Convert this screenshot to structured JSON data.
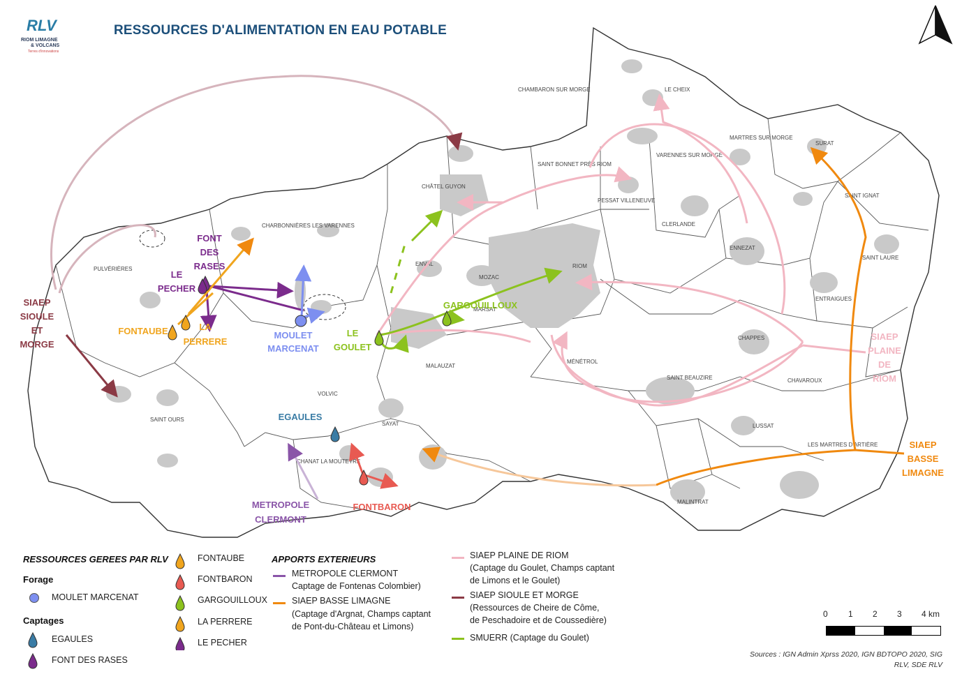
{
  "title": "RESSOURCES D'ALIMENTATION EN EAU POTABLE",
  "logo": {
    "mark": "RLV",
    "line1": "RIOM LIMAGNE",
    "line2": "& VOLCANS",
    "tagline": "Terres d'innovations"
  },
  "compass_icon": "north-arrow-icon",
  "communes": [
    "CHAMBARON SUR MORGE",
    "LE CHEIX",
    "MARTRES SUR MORGE",
    "SURAT",
    "SAINT BONNET PRÈS RIOM",
    "VARENNES SUR MORGE",
    "CHÂTEL GUYON",
    "PESSAT VILLENEUVE",
    "CLERLANDE",
    "SAINT IGNAT",
    "CHARBONNIÈRES LES VARENNES",
    "ENVAL",
    "MOZAC",
    "RIOM",
    "ENNEZAT",
    "SAINT LAURE",
    "PULVÉRIÈRES",
    "ENTRAIGUES",
    "MARSAT",
    "CHAPPES",
    "MÉNÉTROL",
    "MALAUZAT",
    "VOLVIC",
    "SAINT BEAUZIRE",
    "CHAVAROUX",
    "SAINT OURS",
    "SAYAT",
    "LUSSAT",
    "CHANAT LA MOUTEYRE",
    "LES MARTRES D'ARTIÈRE",
    "MALINTRAT"
  ],
  "resource_labels": {
    "font_des_rases": "FONT DES RASES",
    "le_pecher": "LE PECHER",
    "fontaube": "FONTAUBE",
    "la_perrere": "LA PERRERE",
    "moulet_marcenat": "MOULET MARCENAT",
    "le_goulet": "LE GOULET",
    "gargouilloux": "GARGOUILLOUX",
    "egaules": "EGAULES",
    "fontbaron": "FONTBARON",
    "metropole_clermont": "METROPOLE CLERMONT",
    "siaep_sioule": "SIAEP SIOULE ET MORGE",
    "siaep_plaine": "SIAEP PLAINE DE RIOM",
    "siaep_basse": "SIAEP BASSE LIMAGNE"
  },
  "legend": {
    "heading_rlv": "RESSOURCES GEREES PAR RLV",
    "forage": "Forage",
    "moulet": "MOULET MARCENAT",
    "captages": "Captages",
    "egaules": "EGAULES",
    "font_des_rases": "FONT DES RASES",
    "fontaube": "FONTAUBE",
    "fontbaron": "FONTBARON",
    "gargouilloux": "GARGOUILLOUX",
    "la_perrere": "LA PERRERE",
    "le_pecher": "LE PECHER",
    "heading_ext": "APPORTS EXTERIEURS",
    "metropole_1": "METROPOLE CLERMONT",
    "metropole_2": "Captage de Fontenas Colombier)",
    "basse_1": "SIAEP BASSE LIMAGNE",
    "basse_2": "(Captage d'Argnat, Champs captant",
    "basse_3": "de Pont-du-Château et Limons)",
    "plaine_1": "SIAEP PLAINE DE RIOM",
    "plaine_2": "(Captage du Goulet, Champs captant",
    "plaine_3": "de Limons et le Goulet)",
    "sioule_1": "SIAEP SIOULE ET MORGE",
    "sioule_2": "(Ressources de Cheire de Côme,",
    "sioule_3": "de Peschadoire et de Coussedière)",
    "smuerr": "SMUERR (Captage du Goulet)"
  },
  "scale": {
    "ticks": [
      "0",
      "1",
      "2",
      "3",
      "4 km"
    ]
  },
  "sources": "Sources : IGN Admin Xprss 2020, IGN BDTOPO 2020, SIG RLV, SDE RLV",
  "colors": {
    "title": "#1c4f7a",
    "metropole": "#8a55a8",
    "basse_limagne": "#f0890f",
    "plaine_riom": "#f2b6c2",
    "sioule_morge": "#8b3a45",
    "smuerr": "#8cc21e",
    "moulet": "#7d8ff0",
    "egaules": "#3a7ca5",
    "fontaube": "#f0a51e",
    "fontbaron": "#e85a52",
    "gargouilloux": "#8cc21e",
    "la_perrere": "#f0a51e",
    "le_pecher": "#7b2b8c",
    "font_des_rases": "#7b2b8c",
    "urban": "#c9c9c9"
  }
}
